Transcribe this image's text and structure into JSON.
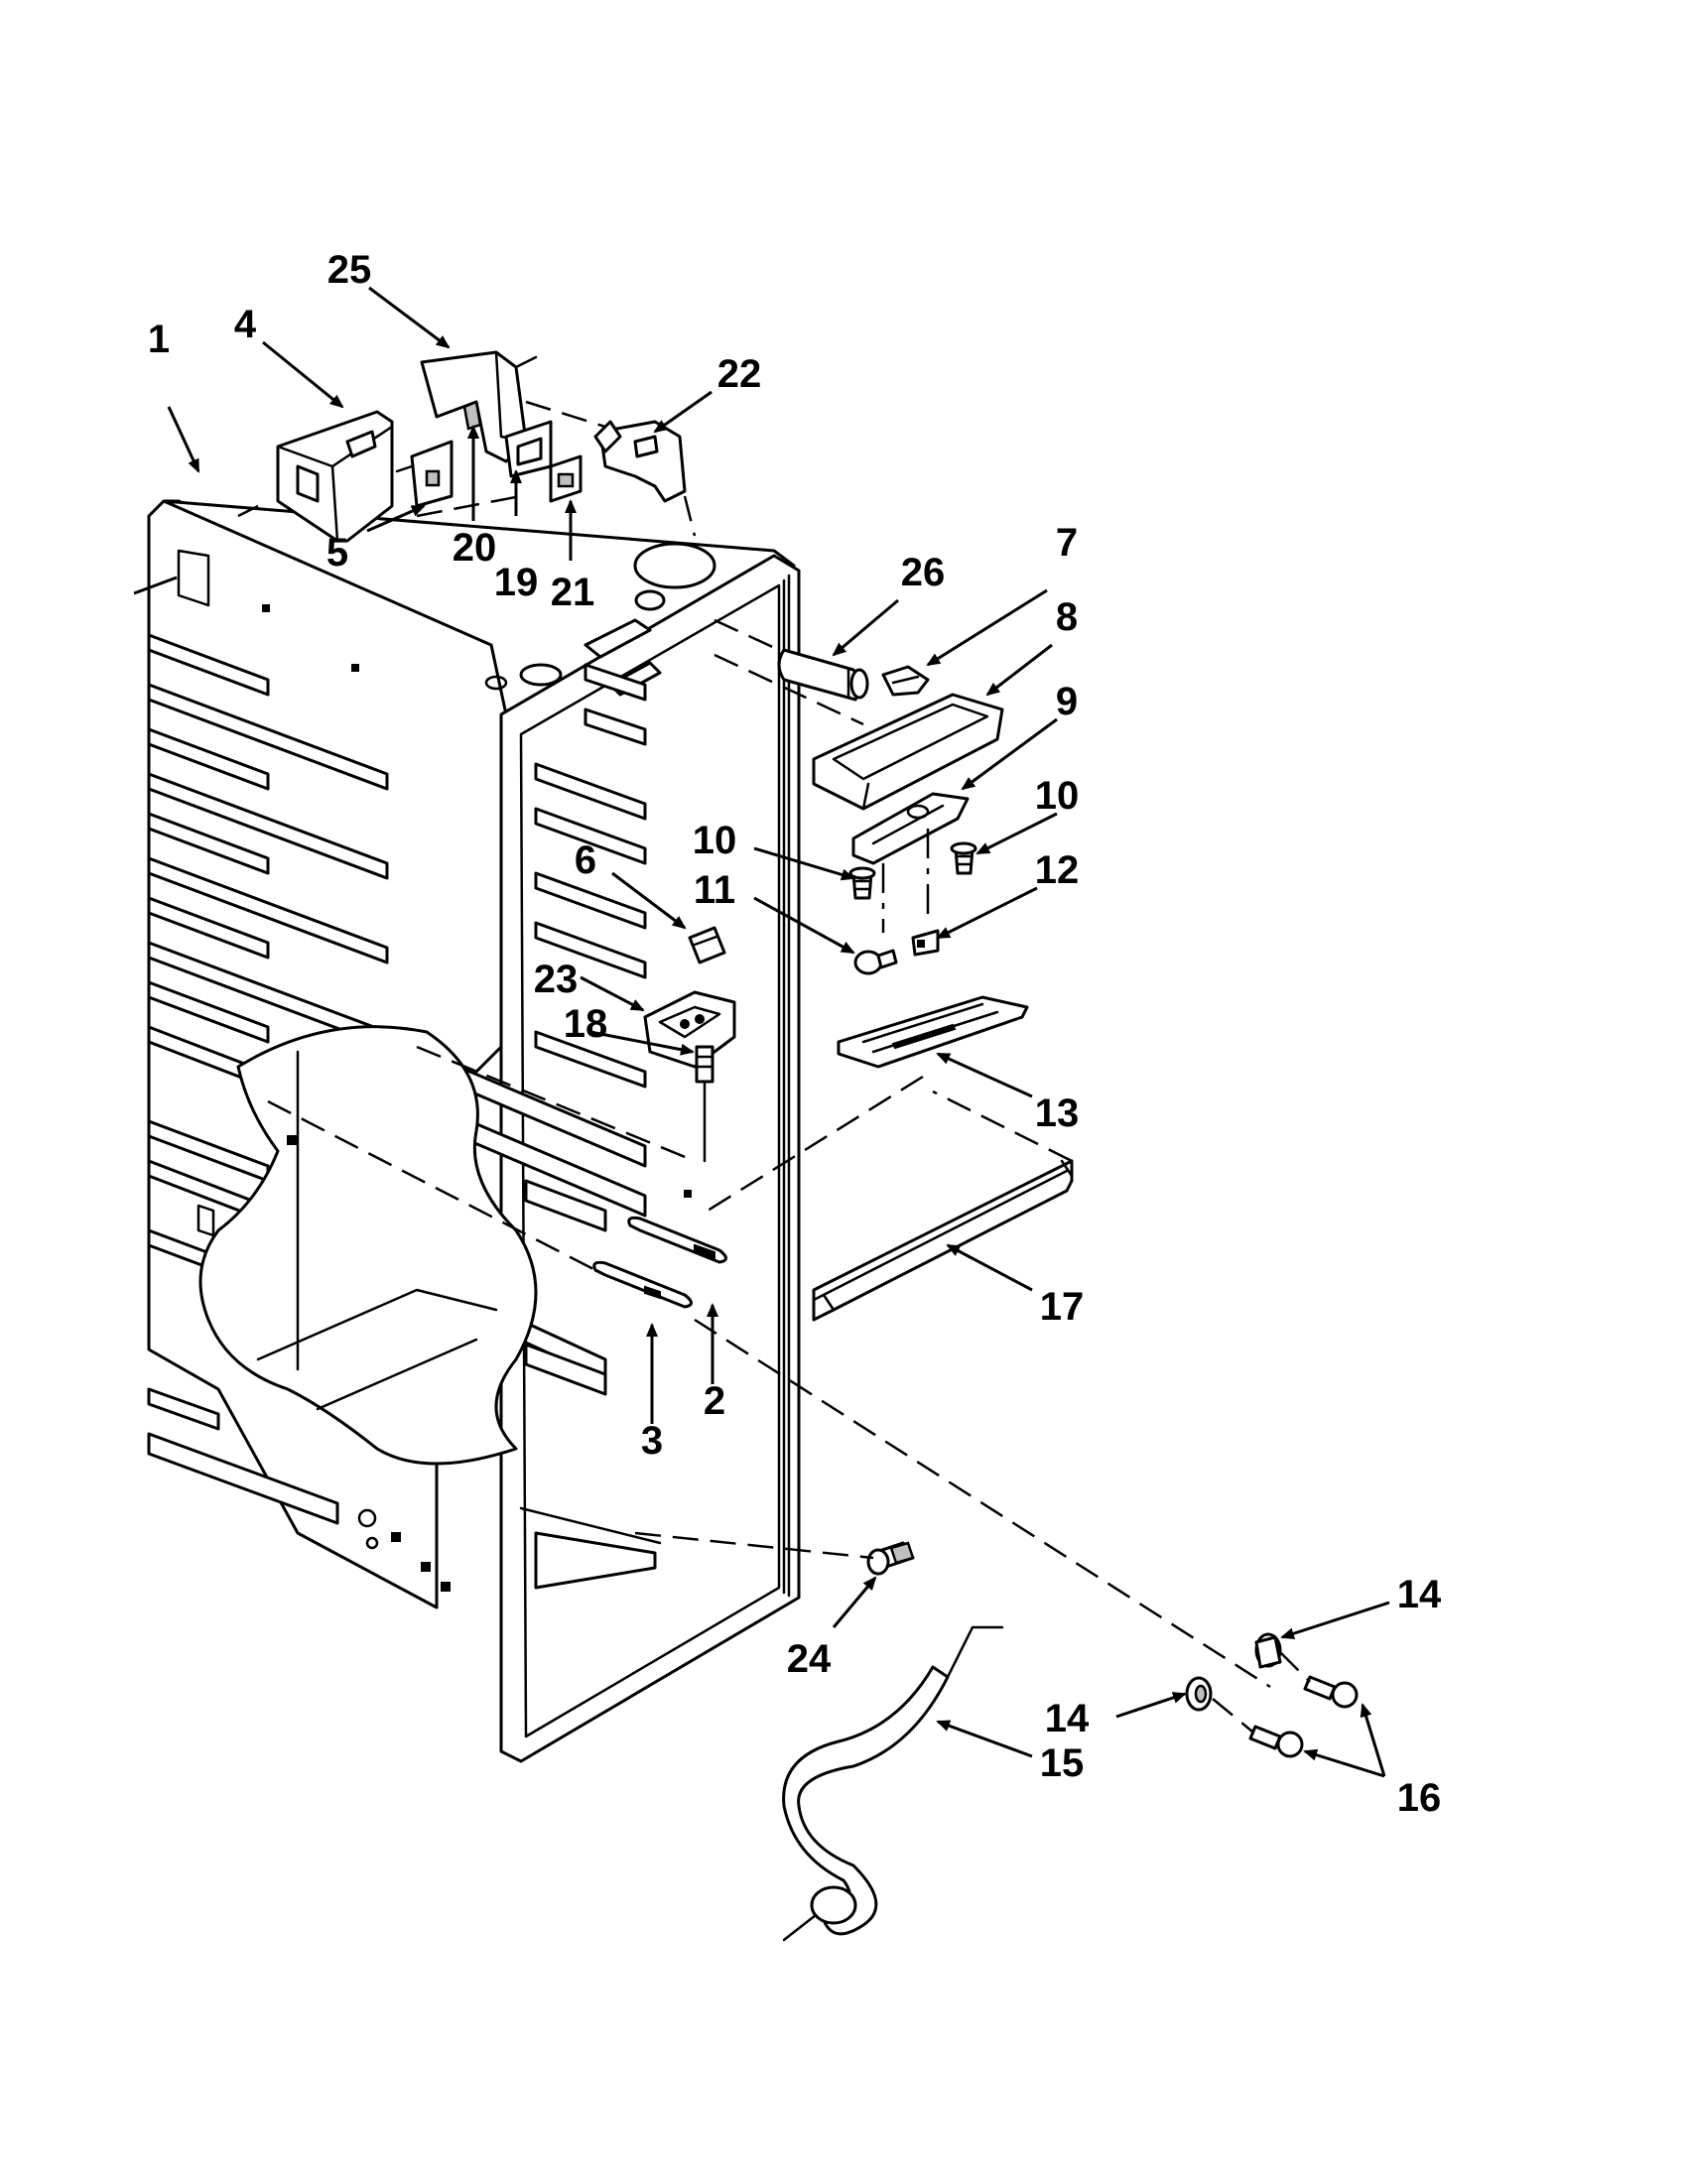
{
  "diagram": {
    "type": "exploded-parts-view",
    "line_color": "#000000",
    "background": "#ffffff",
    "callouts": [
      {
        "id": "c1",
        "label": "1"
      },
      {
        "id": "c2",
        "label": "2"
      },
      {
        "id": "c3",
        "label": "3"
      },
      {
        "id": "c4",
        "label": "4"
      },
      {
        "id": "c5",
        "label": "5"
      },
      {
        "id": "c6",
        "label": "6"
      },
      {
        "id": "c7",
        "label": "7"
      },
      {
        "id": "c8",
        "label": "8"
      },
      {
        "id": "c9",
        "label": "9"
      },
      {
        "id": "c10a",
        "label": "10"
      },
      {
        "id": "c10b",
        "label": "10"
      },
      {
        "id": "c11",
        "label": "11"
      },
      {
        "id": "c12",
        "label": "12"
      },
      {
        "id": "c13",
        "label": "13"
      },
      {
        "id": "c14a",
        "label": "14"
      },
      {
        "id": "c14b",
        "label": "14"
      },
      {
        "id": "c15",
        "label": "15"
      },
      {
        "id": "c16",
        "label": "16"
      },
      {
        "id": "c17",
        "label": "17"
      },
      {
        "id": "c18",
        "label": "18"
      },
      {
        "id": "c19",
        "label": "19"
      },
      {
        "id": "c20",
        "label": "20"
      },
      {
        "id": "c21",
        "label": "21"
      },
      {
        "id": "c22",
        "label": "22"
      },
      {
        "id": "c23",
        "label": "23"
      },
      {
        "id": "c24",
        "label": "24"
      },
      {
        "id": "c25",
        "label": "25"
      },
      {
        "id": "c26",
        "label": "26"
      }
    ]
  }
}
